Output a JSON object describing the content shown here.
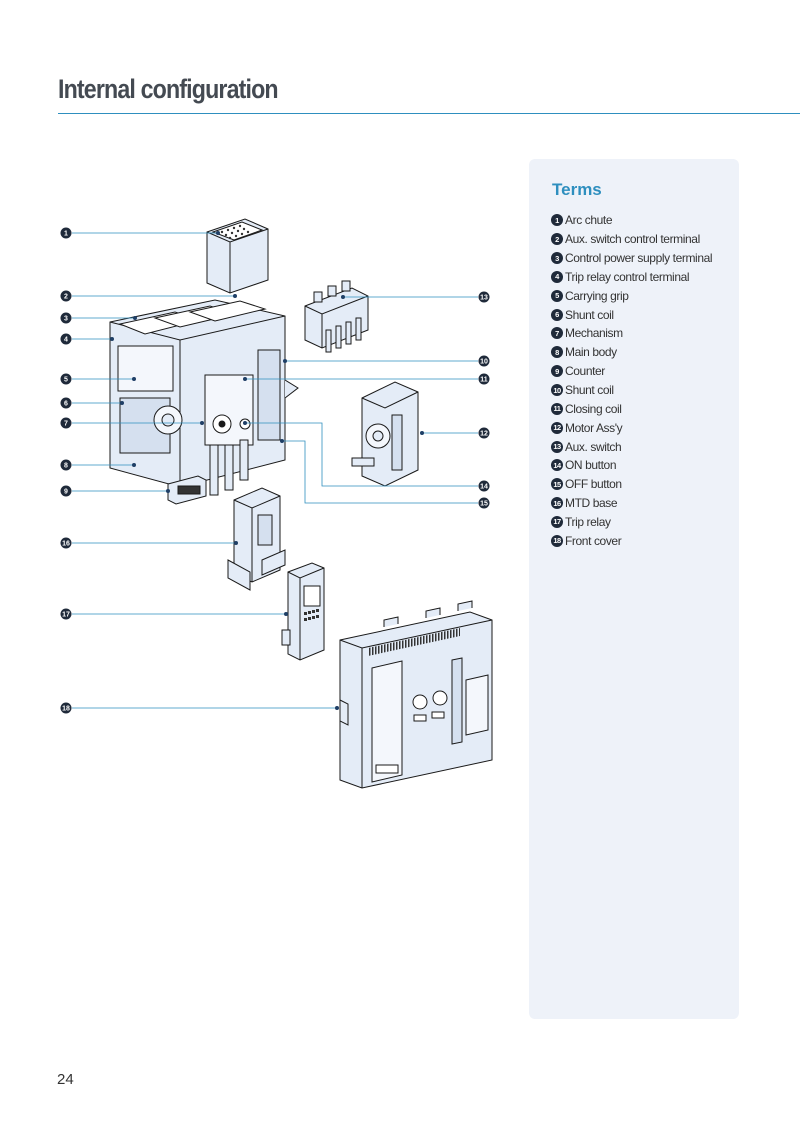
{
  "page": {
    "title": "Internal configuration",
    "number": "24"
  },
  "terms": {
    "heading": "Terms",
    "items": [
      {
        "num": "1",
        "label": "Arc chute"
      },
      {
        "num": "2",
        "label": "Aux. switch control terminal"
      },
      {
        "num": "3",
        "label": "Control power supply terminal"
      },
      {
        "num": "4",
        "label": "Trip relay control terminal"
      },
      {
        "num": "5",
        "label": "Carrying grip"
      },
      {
        "num": "6",
        "label": "Shunt coil"
      },
      {
        "num": "7",
        "label": "Mechanism"
      },
      {
        "num": "8",
        "label": "Main body"
      },
      {
        "num": "9",
        "label": "Counter"
      },
      {
        "num": "10",
        "label": "Shunt coil"
      },
      {
        "num": "11",
        "label": "Closing coil"
      },
      {
        "num": "12",
        "label": "Motor Ass'y"
      },
      {
        "num": "13",
        "label": "Aux. switch"
      },
      {
        "num": "14",
        "label": "ON button"
      },
      {
        "num": "15",
        "label": "OFF button"
      },
      {
        "num": "16",
        "label": "MTD base"
      },
      {
        "num": "17",
        "label": "Trip relay"
      },
      {
        "num": "18",
        "label": "Front cover"
      }
    ]
  },
  "callouts": {
    "c1": "1",
    "c2": "2",
    "c3": "3",
    "c4": "4",
    "c5": "5",
    "c6": "6",
    "c7": "7",
    "c8": "8",
    "c9": "9",
    "c10": "10",
    "c11": "11",
    "c12": "12",
    "c13": "13",
    "c14": "14",
    "c15": "15",
    "c16": "16",
    "c17": "17",
    "c18": "18"
  },
  "colors": {
    "accent": "#2e8fbf",
    "panel": "#eef2f9",
    "badge": "#1f2a3a",
    "part_fill": "#e4ecf7"
  }
}
